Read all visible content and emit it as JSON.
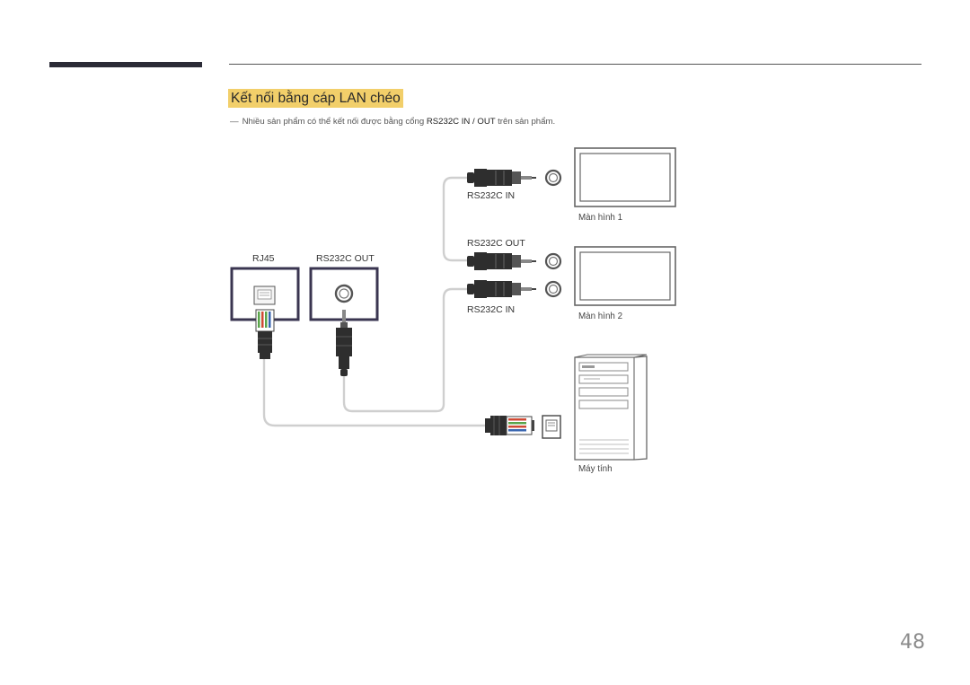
{
  "section": {
    "title": "Kết nối bằng cáp LAN chéo"
  },
  "note": {
    "dash": "―",
    "text_before": "Nhiều sản phẩm có thể kết nối được bằng cổng ",
    "port_in": "RS232C IN",
    "separator": " / ",
    "port_out": "OUT",
    "text_after": " trên sản phẩm."
  },
  "diagram": {
    "labels": {
      "rs232c_in_top": "RS232C IN",
      "rs232c_out_mid": "RS232C OUT",
      "rs232c_in_bottom": "RS232C IN",
      "rj45": "RJ45",
      "rs232c_out_left": "RS232C OUT",
      "monitor_1": "Màn hình 1",
      "monitor_2": "Màn hình 2",
      "computer": "Máy tính"
    },
    "colors": {
      "port_frame": "#3a3550",
      "cable": "#c8c8c8",
      "plug": "#2e2e2e",
      "jack_ring": "#555555"
    }
  },
  "page": {
    "number": "48"
  }
}
